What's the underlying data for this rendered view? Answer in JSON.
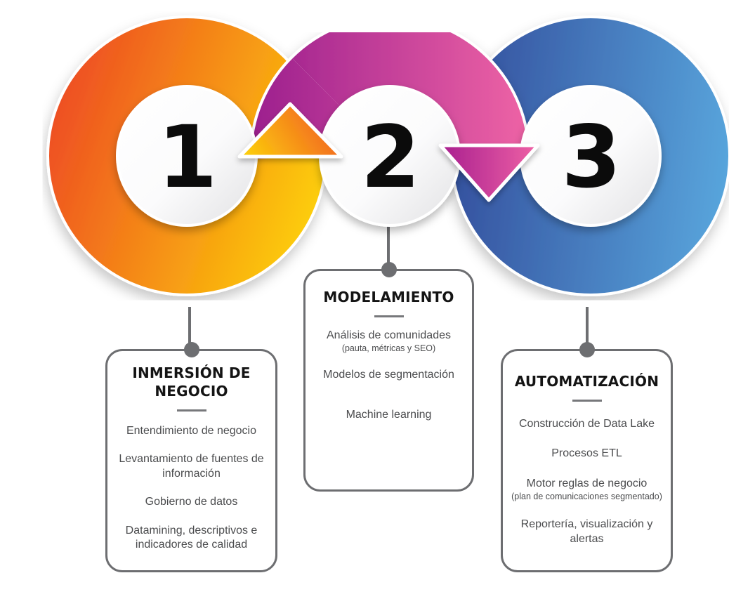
{
  "diagram": {
    "background": "#ffffff",
    "connector_color": "#6d6e71",
    "steps": [
      {
        "number": "1",
        "name": "inmersion-de-negocio",
        "ring": {
          "start": "#ee4d23",
          "end": "#fdd108"
        }
      },
      {
        "number": "2",
        "name": "modelamiento",
        "ring": {
          "start": "#9c1f8e",
          "end": "#ee63a5"
        }
      },
      {
        "number": "3",
        "name": "automatizacion",
        "ring": {
          "start": "#34509e",
          "end": "#58a5dc"
        }
      }
    ],
    "arrows": [
      {
        "direction": "up",
        "start": "#fdd20a",
        "end": "#f15a24"
      },
      {
        "direction": "down",
        "start": "#a81f8f",
        "end": "#ef61a5"
      }
    ],
    "boxes": [
      {
        "title": "INMERSIÓN DE NEGOCIO",
        "items": [
          {
            "text": "Entendimiento de negocio"
          },
          {
            "text": "Levantamiento de fuentes de información"
          },
          {
            "text": "Gobierno de datos"
          },
          {
            "text": "Datamining, descriptivos e indicadores de calidad"
          }
        ]
      },
      {
        "title": "MODELAMIENTO",
        "items": [
          {
            "text": "Análisis de comunidades",
            "sub": "(pauta, métricas y SEO)"
          },
          {
            "text": "Modelos de segmentación"
          },
          {
            "text": "Machine learning"
          }
        ]
      },
      {
        "title": "AUTOMATIZACIÓN",
        "items": [
          {
            "text": "Construcción de Data Lake"
          },
          {
            "text": "Procesos ETL"
          },
          {
            "text": "Motor reglas de negocio",
            "sub": "(plan de comunicaciones segmentado)"
          },
          {
            "text": "Reportería, visualización y alertas"
          }
        ]
      }
    ]
  }
}
